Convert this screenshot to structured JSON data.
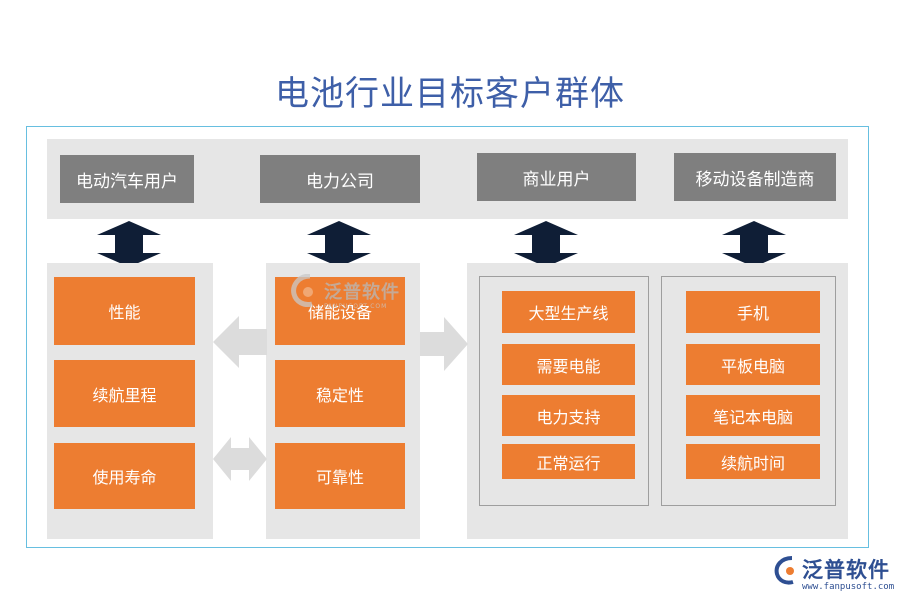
{
  "title": "电池行业目标客户群体",
  "categories": [
    "电动汽车用户",
    "电力公司",
    "商业用户",
    "移动设备制造商"
  ],
  "ev_items": [
    "性能",
    "续航里程",
    "使用寿命"
  ],
  "power_items": [
    "储能设备",
    "稳定性",
    "可靠性"
  ],
  "commercial_items": [
    "大型生产线",
    "需要电能",
    "电力支持",
    "正常运行"
  ],
  "mobile_items": [
    "手机",
    "平板电脑",
    "笔记本电脑",
    "续航时间"
  ],
  "watermark": {
    "text": "泛普软件",
    "sub": "FANPUSOFT.COM",
    "icon": "fanpu-logo-icon"
  },
  "logo": {
    "text": "泛普软件",
    "url": "www.fanpusoft.com",
    "icon": "fanpu-logo-icon"
  },
  "colors": {
    "title": "#3e5fa8",
    "orange": "#ed7d31",
    "category": "#7f7f7f",
    "panel": "#e6e6e6",
    "frame": "#67bfe0",
    "arrow": "#0f1e36"
  }
}
